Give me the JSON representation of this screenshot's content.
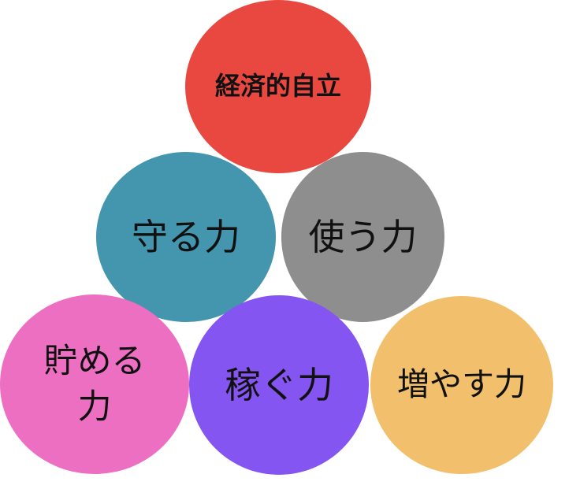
{
  "diagram": {
    "nodes": [
      {
        "id": "economic-independence",
        "label": "経済的自立",
        "color": "#e8483f"
      },
      {
        "id": "protect",
        "label": "守る力",
        "color": "#4495ae"
      },
      {
        "id": "use",
        "label": "使う力",
        "color": "#8e8e8e"
      },
      {
        "id": "save",
        "label": "貯める\n力",
        "color": "#ec6fc1"
      },
      {
        "id": "earn",
        "label": "稼ぐ力",
        "color": "#8455f0"
      },
      {
        "id": "grow",
        "label": "増やす力",
        "color": "#f2c06c"
      }
    ]
  }
}
